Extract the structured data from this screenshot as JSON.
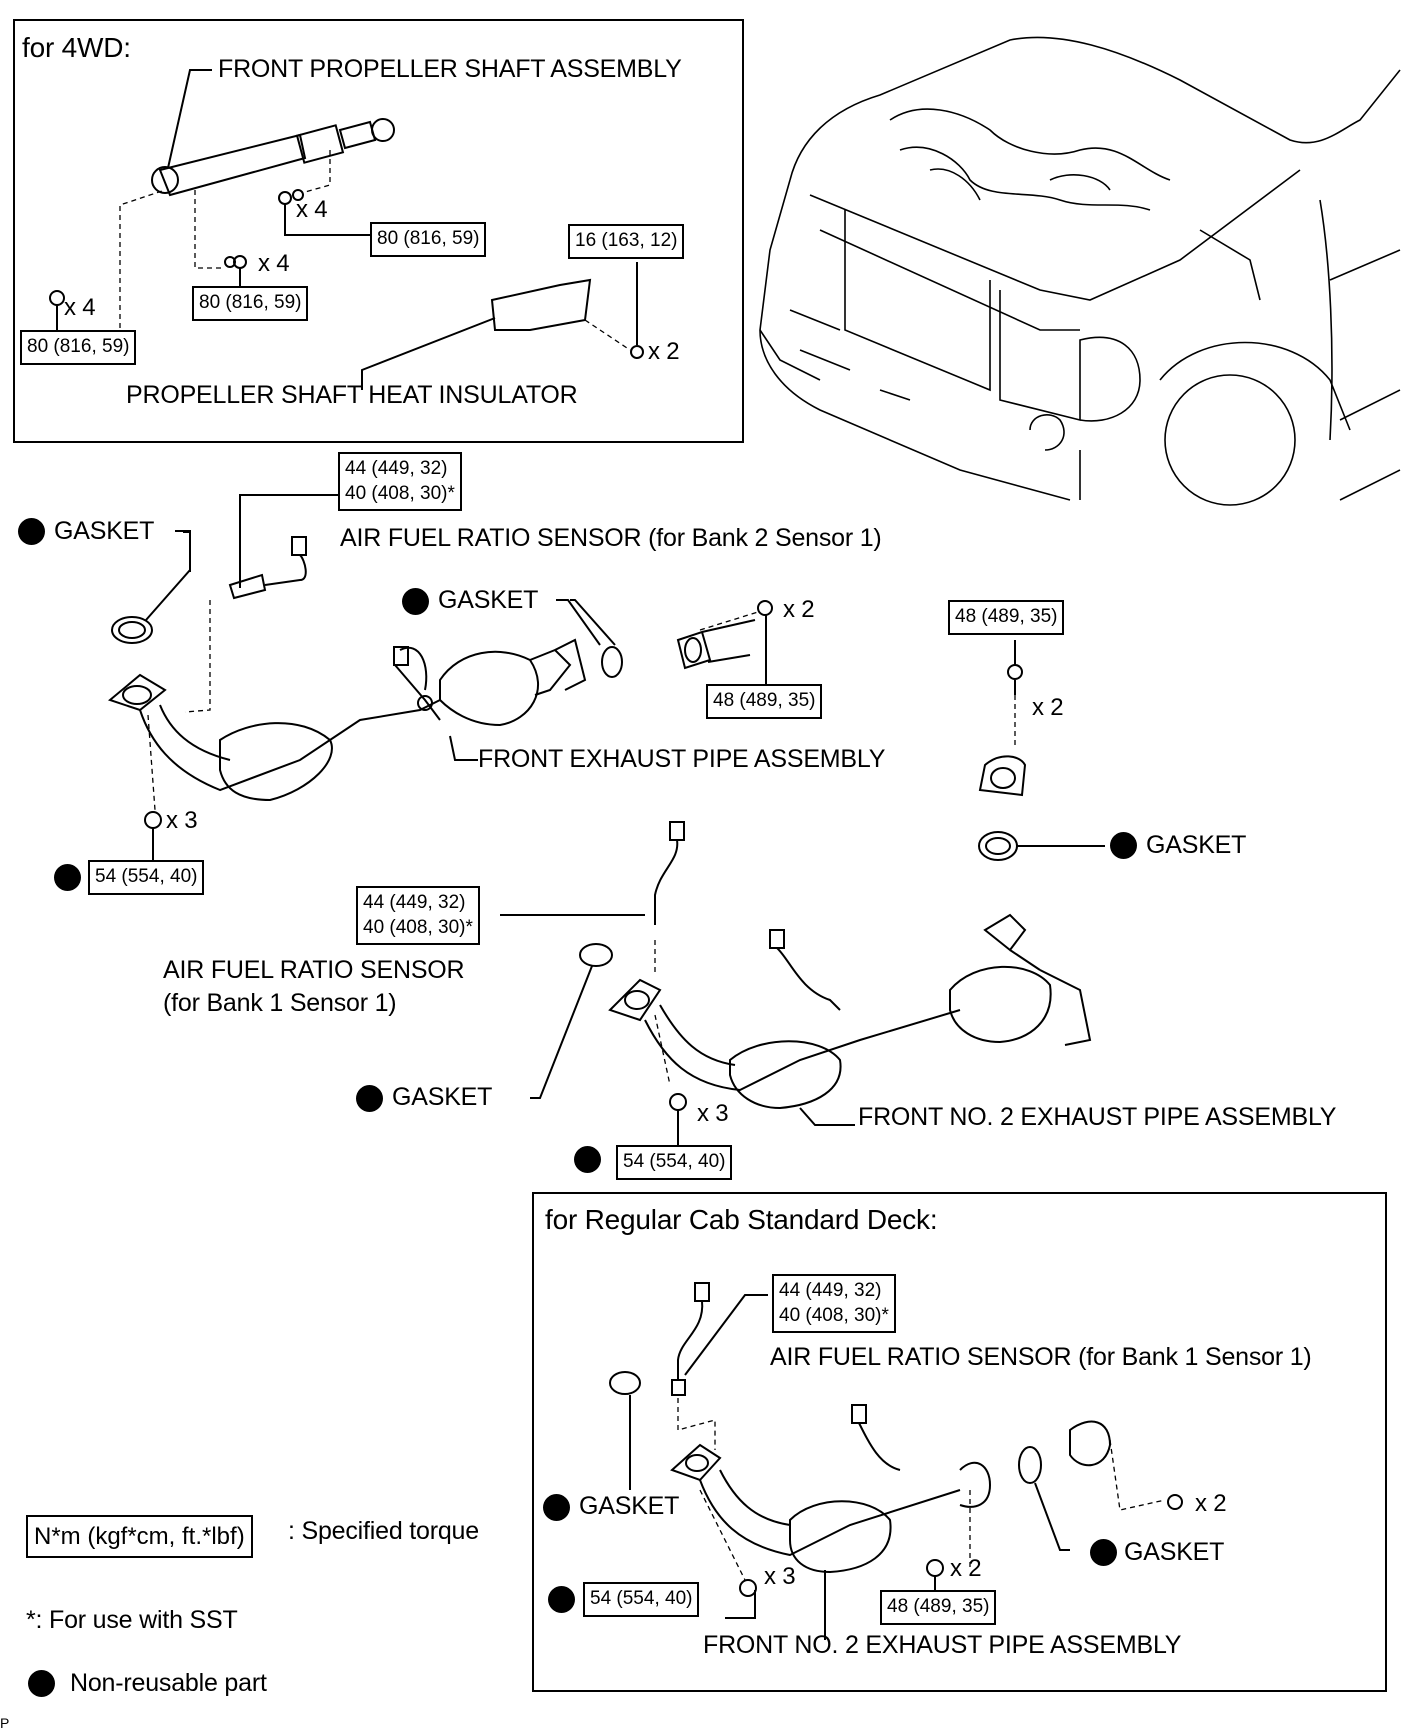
{
  "colors": {
    "ink": "#000000",
    "paper": "#ffffff"
  },
  "sections": {
    "four_wd": {
      "title": "for 4WD:",
      "front_propeller_shaft": "FRONT PROPELLER SHAFT ASSEMBLY",
      "heat_insulator": "PROPELLER SHAFT HEAT INSULATOR",
      "torques": [
        "80 (816, 59)",
        "80 (816, 59)",
        "80 (816, 59)",
        "16 (163, 12)"
      ],
      "counts": [
        "x 4",
        "x 4",
        "x 4",
        "x 2"
      ]
    },
    "main": {
      "gasket": "GASKET",
      "afr_bank2": "AIR FUEL RATIO SENSOR (for Bank 2 Sensor 1)",
      "afr_bank1_line1": "AIR FUEL RATIO SENSOR",
      "afr_bank1_line2": "(for Bank 1 Sensor 1)",
      "front_exhaust": "FRONT EXHAUST PIPE ASSEMBLY",
      "front_no2_exhaust": "FRONT NO. 2 EXHAUST PIPE ASSEMBLY",
      "sensor_torque_line1": "44 (449, 32)",
      "sensor_torque_line2": "40 (408, 30)*",
      "torque_54": "54 (554, 40)",
      "torque_48": "48 (489, 35)",
      "count_x3": "x 3",
      "count_x2": "x 2"
    },
    "regular_cab": {
      "title": "for Regular Cab Standard Deck:",
      "afr": "AIR FUEL RATIO SENSOR (for Bank 1 Sensor 1)",
      "gasket": "GASKET",
      "front_no2_exhaust": "FRONT NO. 2 EXHAUST PIPE ASSEMBLY",
      "sensor_torque_line1": "44 (449, 32)",
      "sensor_torque_line2": "40 (408, 30)*",
      "torque_54": "54 (554, 40)",
      "torque_48": "48 (489, 35)",
      "count_x3": "x 3",
      "count_x2": "x 2"
    }
  },
  "legend": {
    "torque_box": "N*m (kgf*cm, ft.*lbf)",
    "torque_desc": ": Specified torque",
    "sst_note": "*: For use with SST",
    "non_reusable": "Non-reusable part"
  },
  "footer_mark": "P"
}
